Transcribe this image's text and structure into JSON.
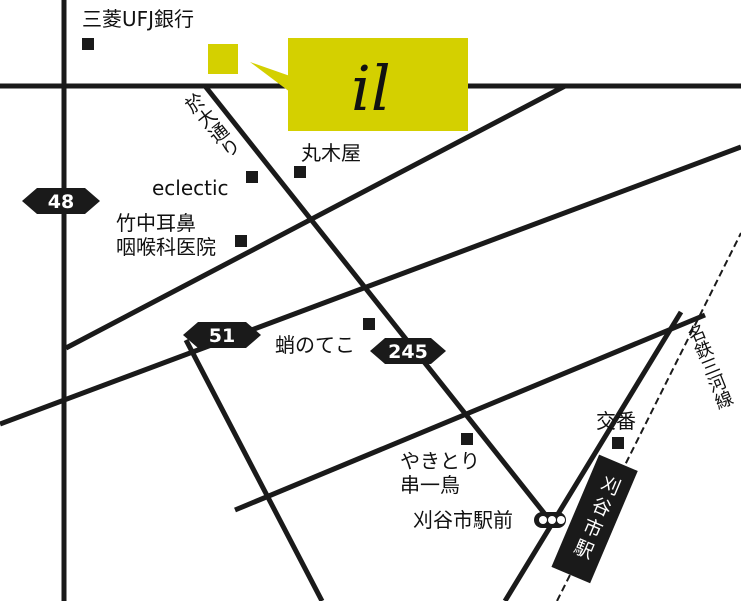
{
  "landmarks": {
    "bank": "三菱UFJ銀行",
    "marukiya": "丸木屋",
    "eclectic": "eclectic",
    "clinic_line1": "竹中耳鼻",
    "clinic_line2": "咽喉科医院",
    "shop": "蛸のてこ",
    "yakitori_line1": "やきとり",
    "yakitori_line2": "串一鳥",
    "koban": "交番",
    "stop": "刈谷市駅前"
  },
  "streets": {
    "odai_dori": "於大通り",
    "railway": "名鉄三河線",
    "station": "刈谷市駅"
  },
  "routes": {
    "r48": "48",
    "r51": "51",
    "r245": "245"
  },
  "brand": {
    "name": "il",
    "color": "#d4d000"
  }
}
